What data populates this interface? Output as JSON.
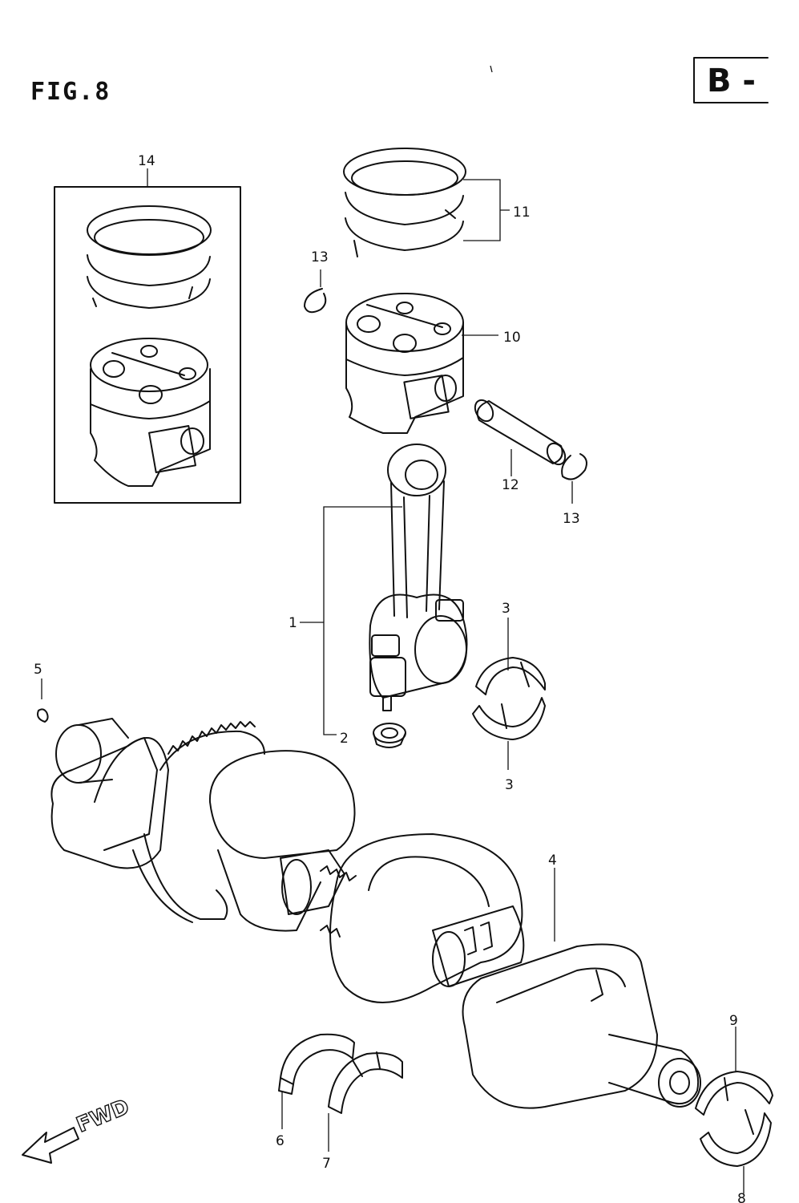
{
  "figure": {
    "title": "FIG.8",
    "reference_code": "B -",
    "direction_label": "FWD"
  },
  "callouts": [
    {
      "id": "c14",
      "label": "14"
    },
    {
      "id": "c11",
      "label": "11"
    },
    {
      "id": "c13a",
      "label": "13"
    },
    {
      "id": "c10",
      "label": "10"
    },
    {
      "id": "c12",
      "label": "12"
    },
    {
      "id": "c13b",
      "label": "13"
    },
    {
      "id": "c1",
      "label": "1"
    },
    {
      "id": "c3a",
      "label": "3"
    },
    {
      "id": "c5",
      "label": "5"
    },
    {
      "id": "c2",
      "label": "2"
    },
    {
      "id": "c3b",
      "label": "3"
    },
    {
      "id": "c4",
      "label": "4"
    },
    {
      "id": "c9",
      "label": "9"
    },
    {
      "id": "c6",
      "label": "6"
    },
    {
      "id": "c7",
      "label": "7"
    },
    {
      "id": "c8",
      "label": "8"
    }
  ]
}
